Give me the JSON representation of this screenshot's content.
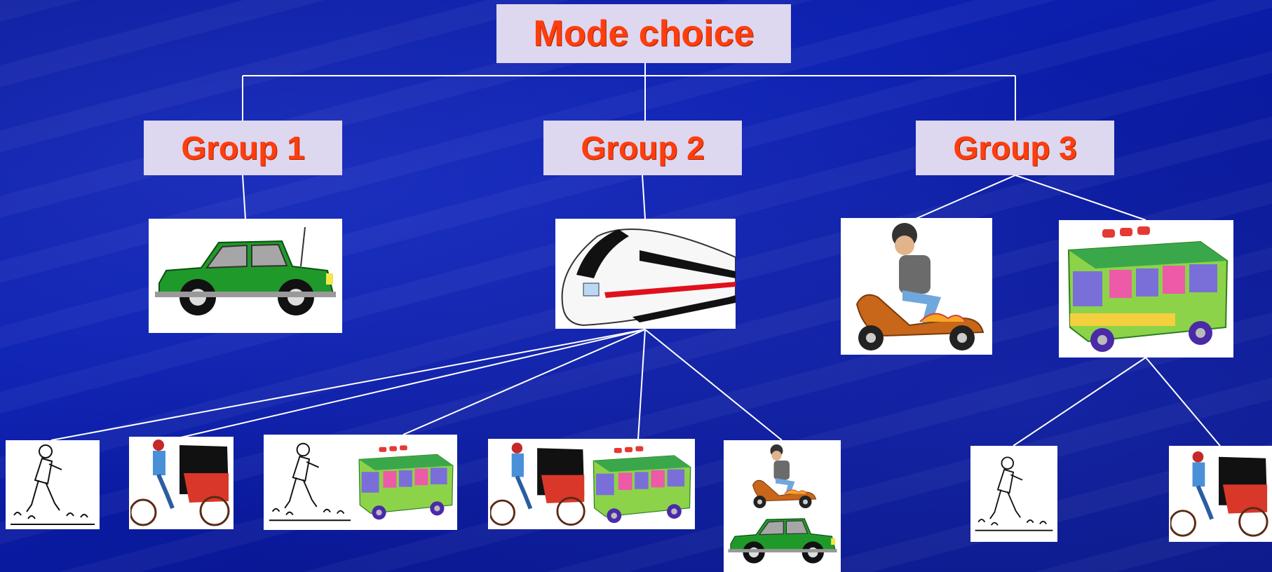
{
  "title": "Mode choice",
  "groups": [
    {
      "label": "Group 1"
    },
    {
      "label": "Group 2"
    },
    {
      "label": "Group 3"
    }
  ],
  "icons": {
    "group1": [
      "car-icon"
    ],
    "group2": [
      "train-icon"
    ],
    "group3": [
      "scooter-icon",
      "bus-icon"
    ],
    "group2_children": [
      [
        "walker-icon"
      ],
      [
        "rickshaw-icon"
      ],
      [
        "walker-icon",
        "bus-icon"
      ],
      [
        "rickshaw-icon",
        "bus-icon"
      ],
      [
        "scooter-icon",
        "car-icon"
      ]
    ],
    "group3_children": [
      [
        "walker-icon"
      ],
      [
        "rickshaw-icon"
      ]
    ]
  },
  "colors": {
    "background": "#0b1fb0",
    "box_fill": "#ddd7ef",
    "label_text": "#ff3d0d",
    "connector": "#ffffff"
  }
}
